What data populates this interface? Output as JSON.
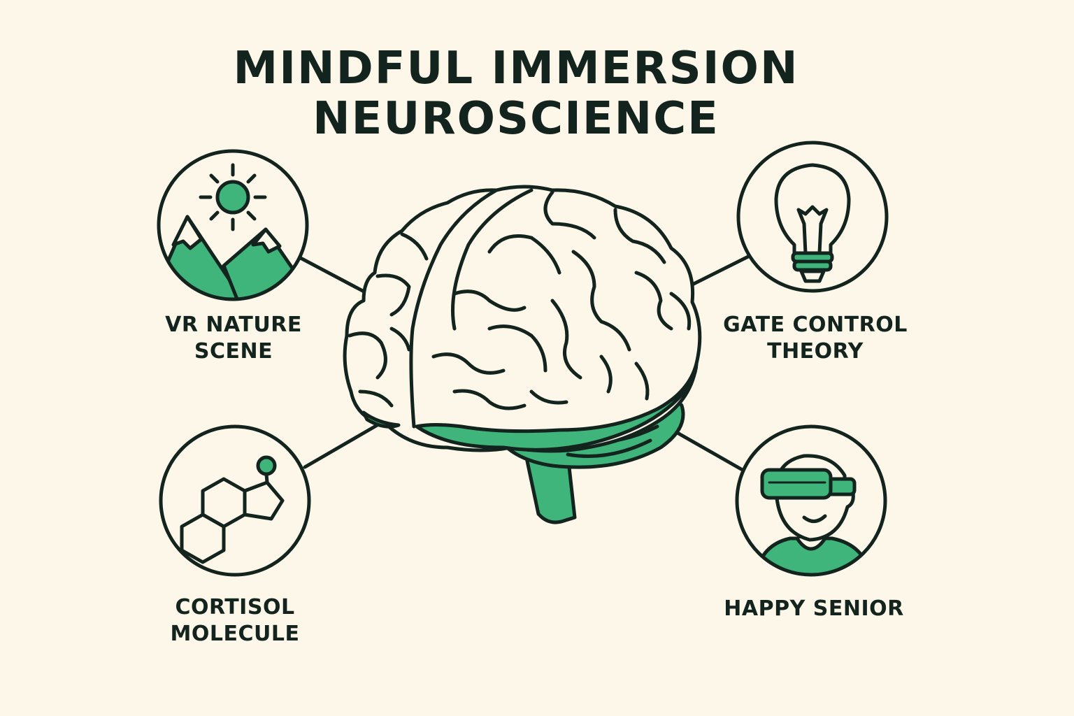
{
  "title": {
    "line1": "MINDFUL IMMERSION",
    "line2": "NEUROSCIENCE"
  },
  "nodes": [
    {
      "id": "vr-nature",
      "label_lines": [
        "VR NATURE",
        "SCENE"
      ],
      "icon": "mountains-sun-icon"
    },
    {
      "id": "gate-control",
      "label_lines": [
        "GATE CONTROL",
        "THEORY"
      ],
      "icon": "lightbulb-icon"
    },
    {
      "id": "cortisol",
      "label_lines": [
        "CORTISOL",
        "MOLECULE"
      ],
      "icon": "molecule-icon"
    },
    {
      "id": "happy-senior",
      "label_lines": [
        "HAPPY SENIOR"
      ],
      "icon": "person-vr-headset-icon"
    }
  ],
  "center_icon": "brain-icon",
  "colors": {
    "background": "#fdf7e9",
    "stroke": "#13231e",
    "accent_green": "#3fb57c",
    "fill_light": "#fdf7e9"
  }
}
